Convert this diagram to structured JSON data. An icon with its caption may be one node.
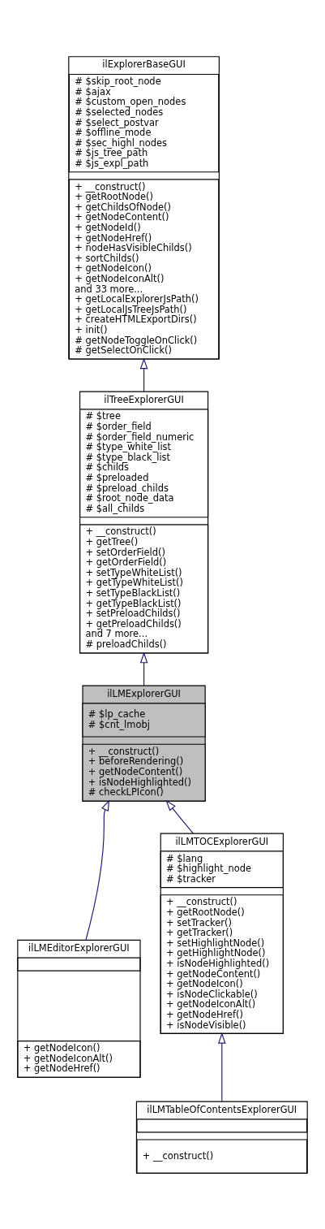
{
  "diagram": {
    "nodes": [
      {
        "text": [
          "ilExplorerBaseGUI"
        ]
      },
      {
        "text": [
          "# $skip_root_node",
          "# $ajax",
          "# $custom_open_nodes",
          "# $selected_nodes",
          "# $select_postvar",
          "# $offline_mode",
          "# $sec_highl_nodes",
          "# $js_tree_path",
          "# $js_expl_path"
        ],
        "in": 0
      },
      {
        "text": [
          "+ __construct()",
          "+ getRootNode()",
          "+ getChildsOfNode()",
          "+ getNodeContent()",
          "+ getNodeId()",
          "+ getNodeHref()",
          "+ nodeHasVisibleChilds()",
          "+ sortChilds()",
          "+ getNodeIcon()",
          "+ getNodeIconAlt()",
          "and 33 more...",
          "+ getLocalExplorerJsPath()",
          "+ getLocalJsTreeJsPath()",
          "+ createHTMLExportDirs()",
          "+ init()",
          "# getNodeToggleOnClick()",
          "# getSelectOnClick()"
        ],
        "in": 0
      },
      {
        "text": [
          "ilTreeExplorerGUI"
        ]
      },
      {
        "text": [
          "# $tree",
          "# $order_field",
          "# $order_field_numeric",
          "# $type_white_list",
          "# $type_black_list",
          "# $childs",
          "# $preloaded",
          "# $preload_childs",
          "# $root_node_data",
          "# $all_childs"
        ],
        "in": 3
      },
      {
        "text": [
          "+ __construct()",
          "+ getTree()",
          "+ setOrderField()",
          "+ getOrderField()",
          "+ setTypeWhiteList()",
          "+ getTypeWhiteList()",
          "+ setTypeBlackList()",
          "+ getTypeBlackList()",
          "+ setPreloadChilds()",
          "+ getPreloadChilds()",
          "and 7 more...",
          "# preloadChilds()"
        ],
        "in": 3
      },
      {
        "text": [
          "ilLMExplorerGUI"
        ]
      },
      {
        "text": [
          "# $lp_cache",
          "# $cnt_lmobj"
        ],
        "in": 6
      },
      {
        "text": [
          "+ __construct()",
          "+ beforeRendering()",
          "+ getNodeContent()",
          "+ isNodeHighlighted()",
          "# checkLPIcon()"
        ],
        "in": 6
      },
      {
        "text": [
          "ilLMEditorExplorerGUI"
        ]
      },
      {
        "text": [],
        "shape": "box",
        "in": 9
      },
      {
        "text": [
          "+ getNodeIcon()",
          "+ getNodeIconAlt()",
          "+ getNodeHref()"
        ],
        "in": 9
      },
      {
        "text": [
          "ilLMTOCExplorerGUI"
        ]
      },
      {
        "text": [
          "# $lang",
          "# $highlight_node",
          "# $tracker"
        ],
        "in": 12
      },
      {
        "text": [
          "+ __construct()",
          "+ getRootNode()",
          "+ setTracker()",
          "+ getTracker()",
          "+ setHighlightNode()",
          "+ getHighlightNode()",
          "+ isNodeHighlighted()",
          "+ getNodeContent()",
          "+ getNodeIcon()",
          "+ isNodeClickable()",
          "+ getNodeIconAlt()",
          "+ getNodeHref()",
          "+ isNodeVisible()"
        ],
        "in": 12
      },
      {
        "text": [
          "ilLMTableOfContentsExplorerGUI"
        ]
      },
      {
        "text": [],
        "shape": "box",
        "in": 15
      },
      {
        "text": [
          "+ __construct()"
        ],
        "in": 15
      }
    ],
    "edges": [
      {
        "from": 3,
        "to": 0,
        "arrow": "to"
      },
      {
        "from": 6,
        "to": 3,
        "arrow": "to"
      },
      {
        "from": 9,
        "to": 6,
        "arrow": "to"
      },
      {
        "from": 12,
        "to": 6,
        "arrow": "to"
      },
      {
        "from": 15,
        "to": 12,
        "arrow": "to"
      }
    ]
  }
}
